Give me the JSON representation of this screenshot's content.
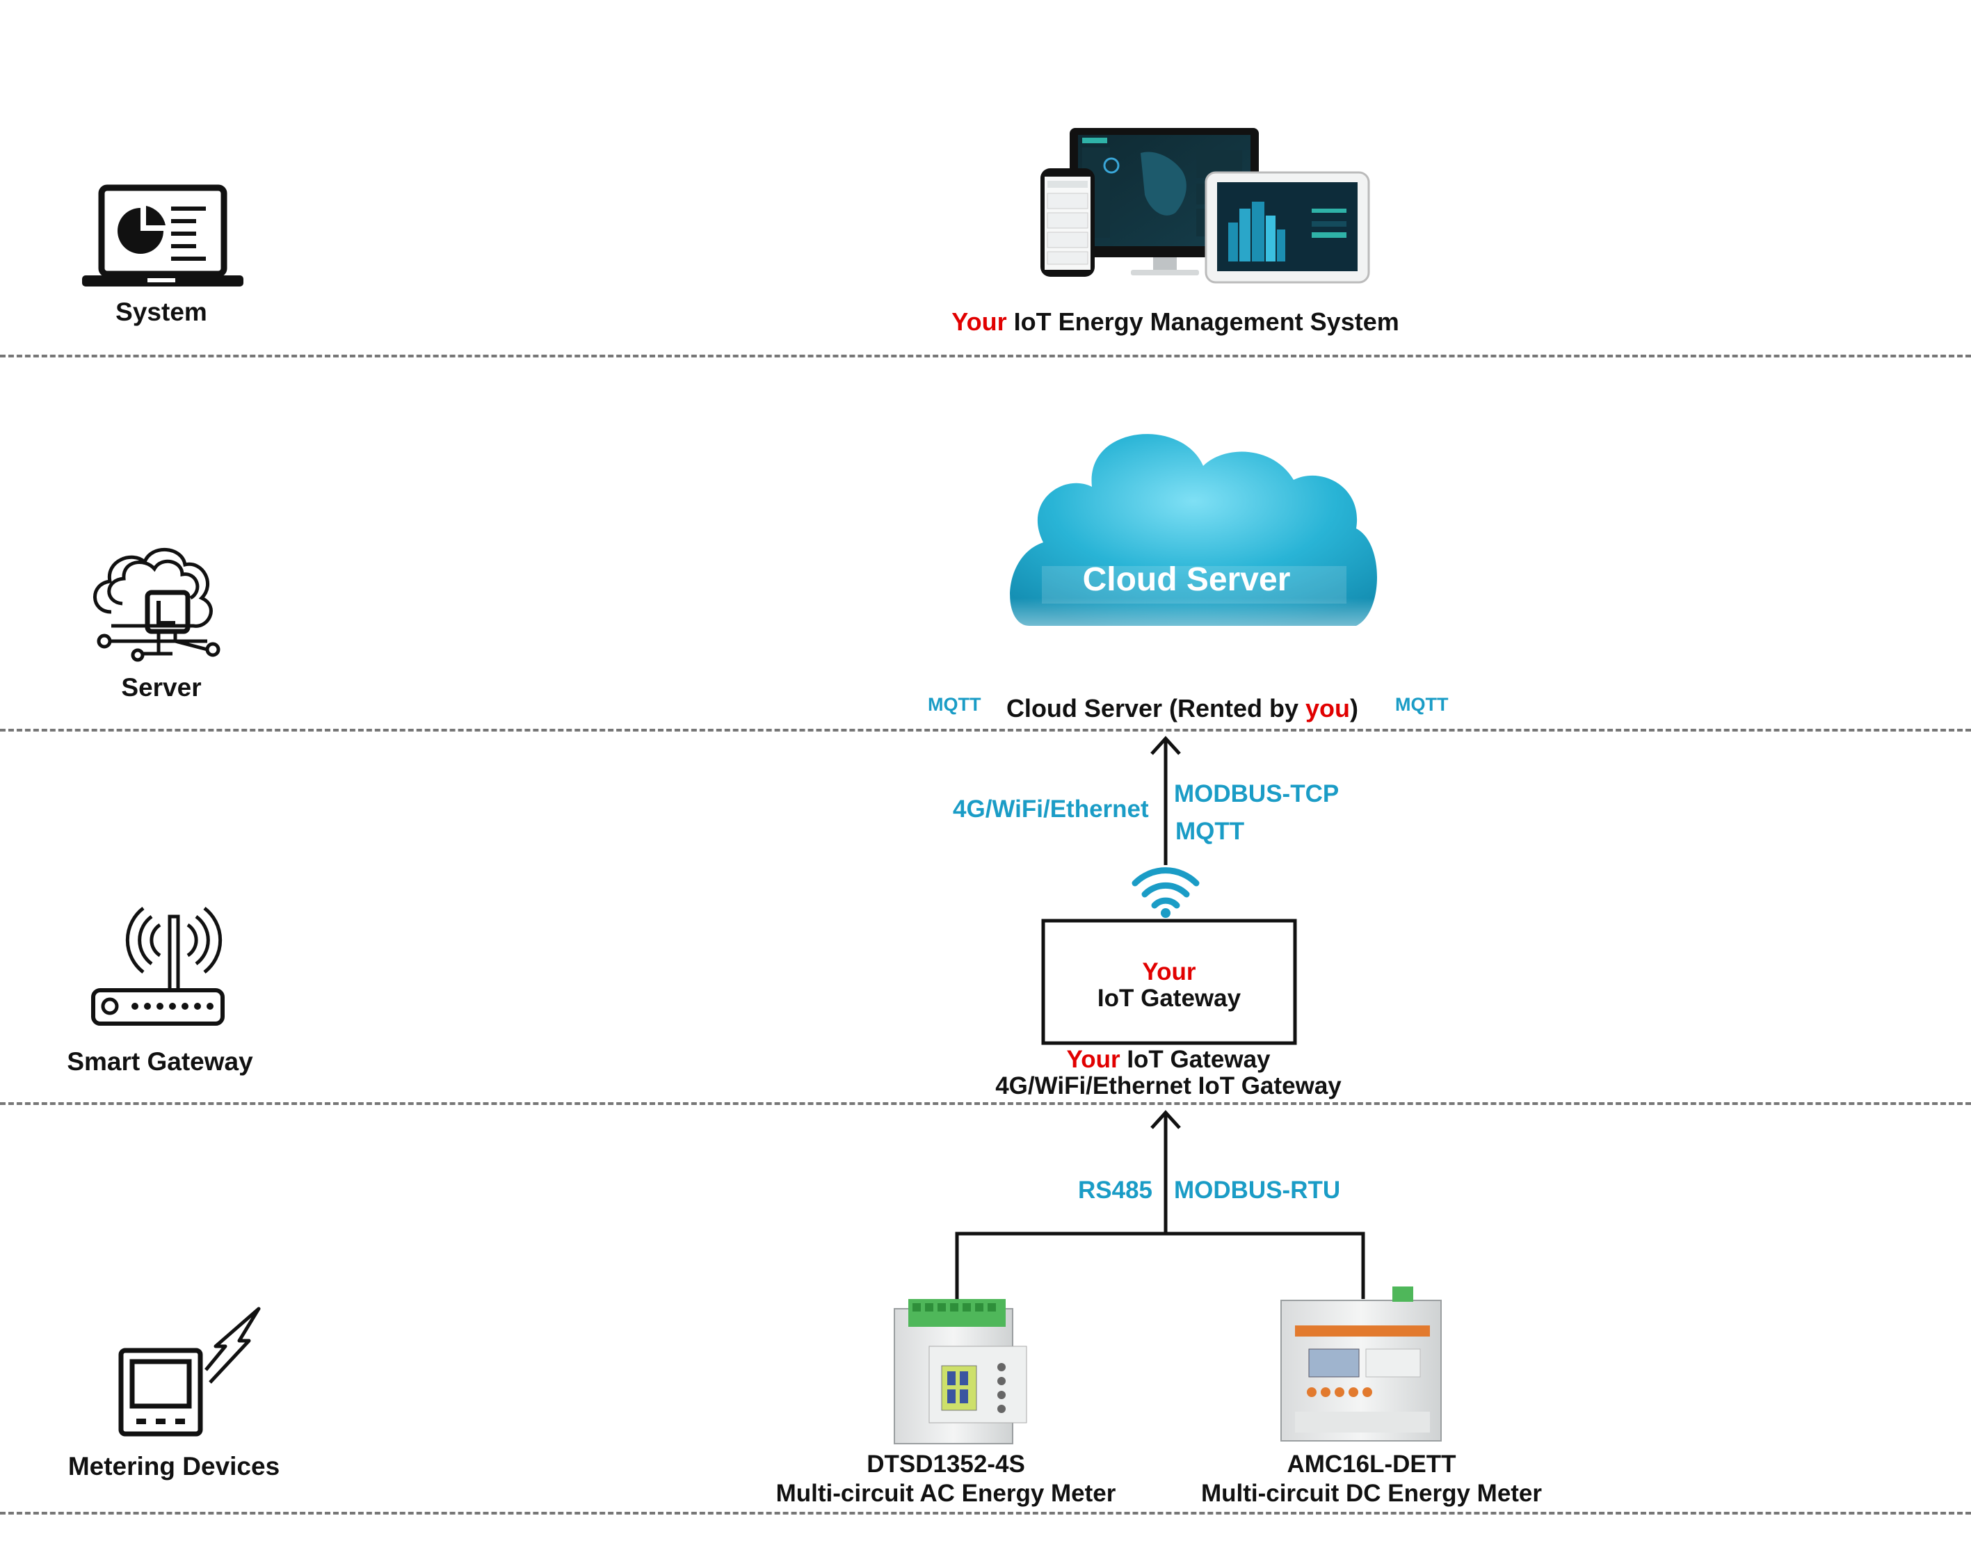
{
  "colors": {
    "accent_blue": "#1a9cc6",
    "highlight_red": "#e10000",
    "divider": "#777777",
    "cloud": "#29b4d6"
  },
  "tiers": [
    {
      "label": "System",
      "icon": "laptop-chart-icon"
    },
    {
      "label": "Server",
      "icon": "cloud-server-icon"
    },
    {
      "label": "Smart Gateway",
      "icon": "router-icon"
    },
    {
      "label": "Metering Devices",
      "icon": "energy-meter-icon"
    }
  ],
  "system": {
    "caption_highlight": "Your",
    "caption_rest": " IoT Energy Management System",
    "devices_icon": "multi-device-dashboard-icon"
  },
  "server": {
    "cloud_text": "Cloud Server",
    "caption_prefix": "Cloud Server (Rented by ",
    "caption_highlight": "you",
    "caption_suffix": ")",
    "left_protocol": "MQTT",
    "right_protocol": "MQTT"
  },
  "uplink": {
    "left_label": "4G/WiFi/Ethernet",
    "right_label_1": "MODBUS-TCP",
    "right_label_2": "MQTT"
  },
  "gateway": {
    "box_highlight": "Your",
    "box_text": "IoT Gateway",
    "caption_highlight": "Your",
    "caption_rest": " IoT Gateway",
    "caption_line2": "4G/WiFi/Ethernet IoT Gateway"
  },
  "downlink": {
    "left_label": "RS485",
    "right_label": "MODBUS-RTU"
  },
  "devices": [
    {
      "model": "DTSD1352-4S",
      "description": "Multi-circuit AC Energy Meter"
    },
    {
      "model": "AMC16L-DETT",
      "description": "Multi-circuit DC Energy Meter"
    }
  ]
}
